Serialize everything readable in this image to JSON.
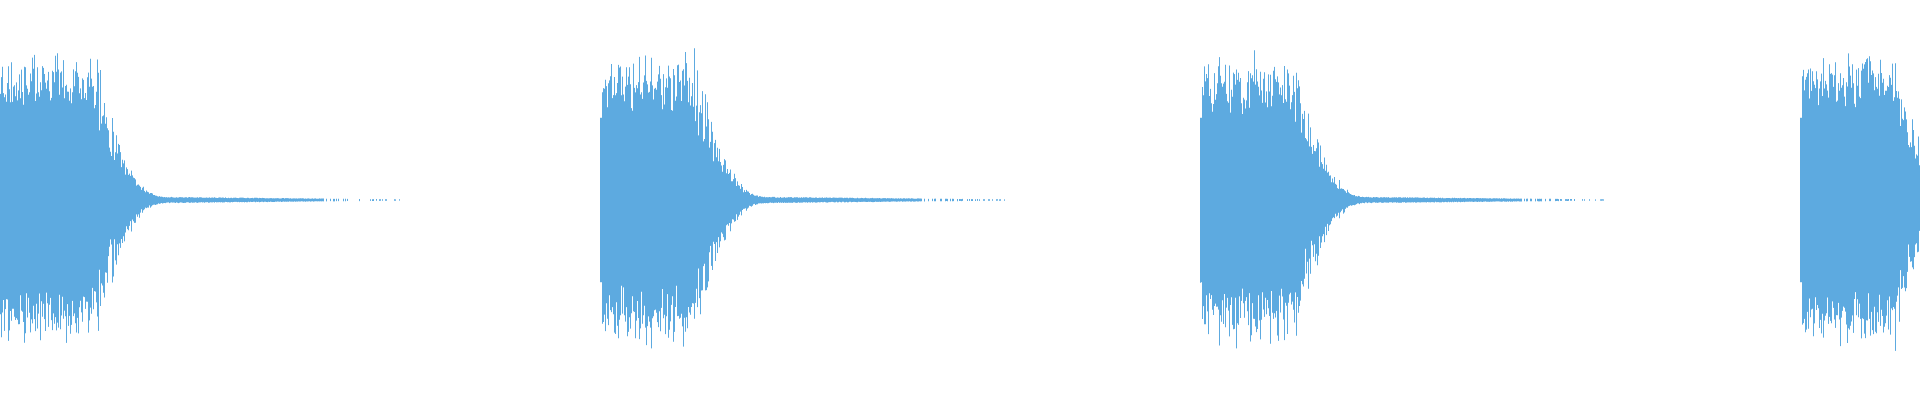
{
  "waveform": {
    "color": "#5DAAE0",
    "background": "#FFFFFF",
    "bursts": [
      {
        "start_time_fraction": 0.0,
        "onset_visible": false,
        "truncated": false
      },
      {
        "start_time_fraction": 0.3125,
        "onset_visible": true,
        "truncated": false
      },
      {
        "start_time_fraction": 0.625,
        "onset_visible": true,
        "truncated": false
      },
      {
        "start_time_fraction": 0.9375,
        "onset_visible": true,
        "truncated": true
      }
    ],
    "peak_amplitude": 0.85,
    "decay": "fast"
  }
}
